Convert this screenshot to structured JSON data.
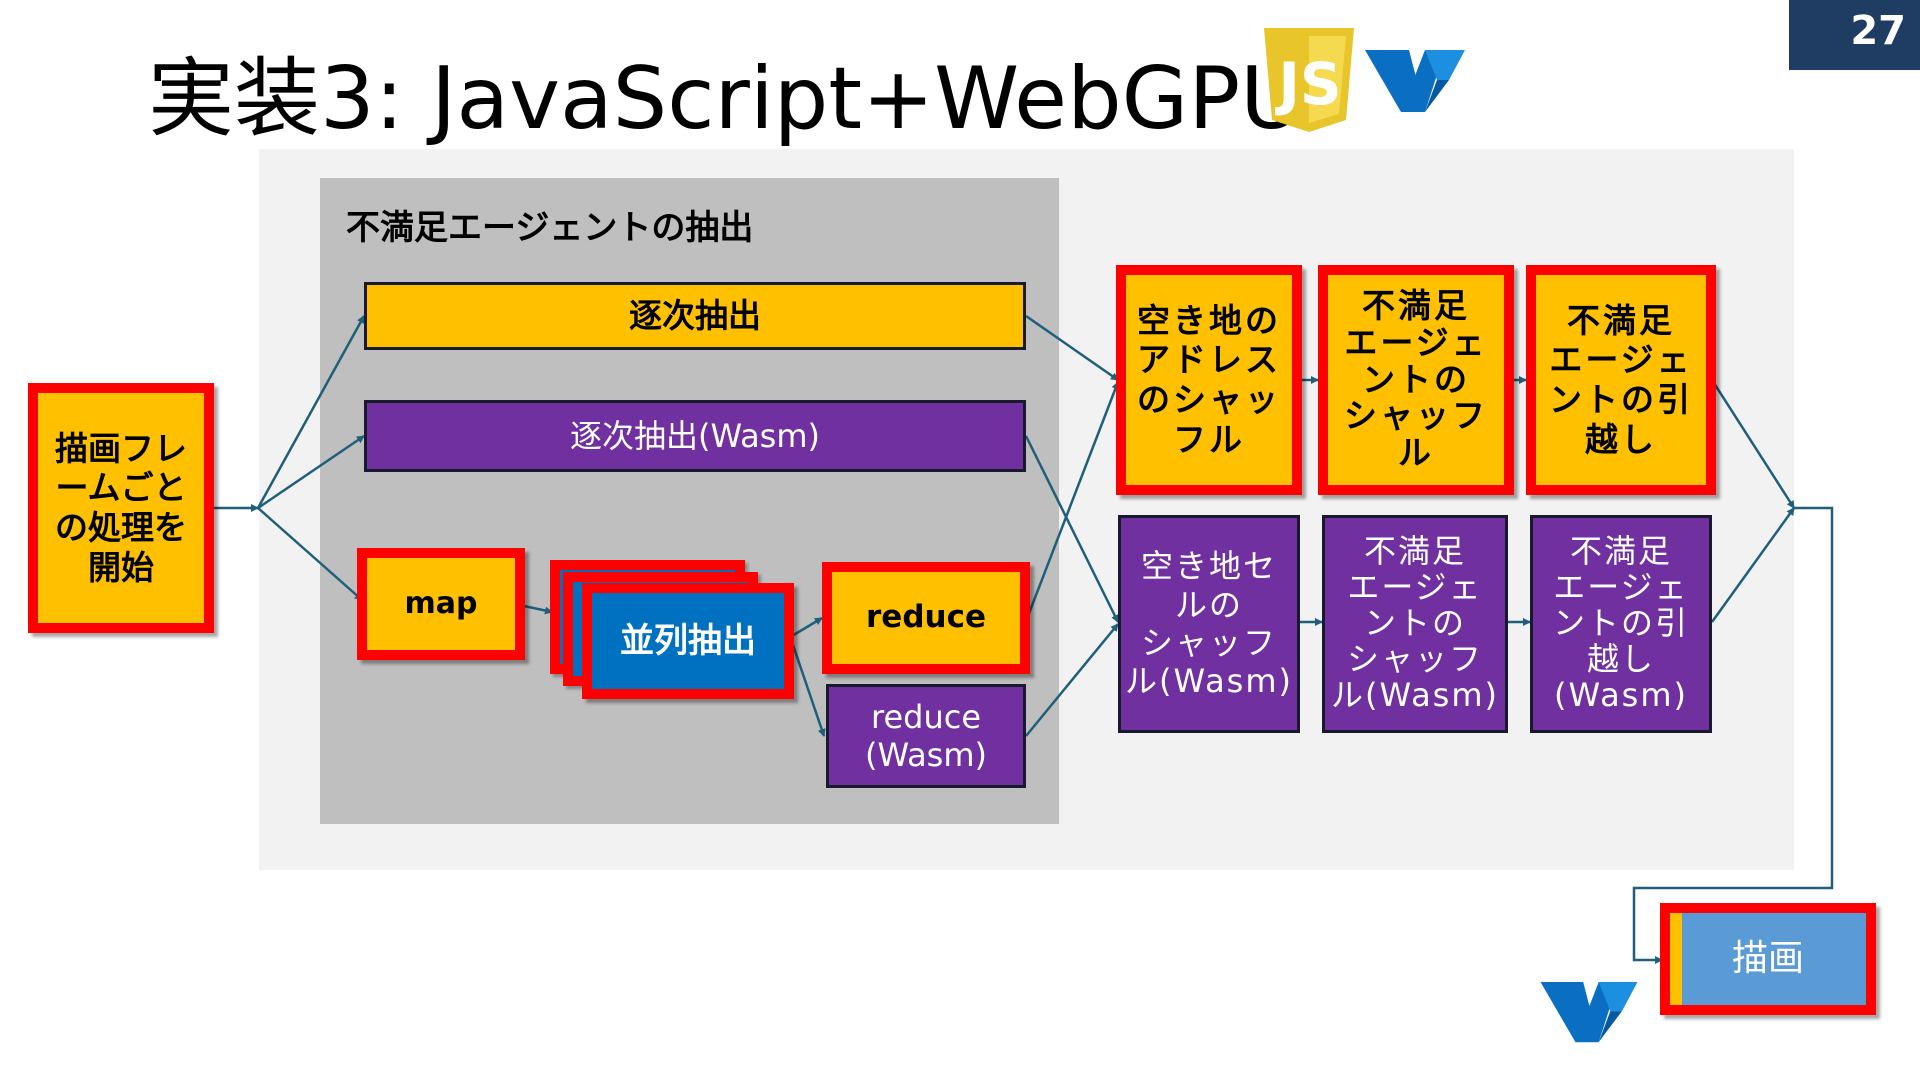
{
  "slide": {
    "page_number": "27",
    "title": "実装3: JavaScript+WebGPU",
    "js_logo_text": "JS",
    "group_label": "不満足エージェントの抽出",
    "start_box": "描画フレームごとの処理を開始",
    "seq_extract": "逐次抽出",
    "seq_extract_wasm": "逐次抽出(Wasm)",
    "map": "map",
    "parallel_extract": "並列抽出",
    "reduce": "reduce",
    "reduce_wasm": "reduce\n(Wasm)",
    "shuffle_vacant": "空き地の\nアドレス\nのシャッ\nフル",
    "shuffle_agents": "不満足\nエージェ\nントの\nシャッフ\nル",
    "move_agents": "不満足\nエージェ\nントの引\n越し",
    "shuffle_vacant_wasm": "空き地セ\nルの\nシャッフ\nル(Wasm)",
    "shuffle_agents_wasm": "不満足\nエージェ\nントの\nシャッフ\nル(Wasm)",
    "move_agents_wasm": "不満足\nエージェ\nントの引\n越し\n(Wasm)",
    "draw": "描画"
  },
  "colors": {
    "accent_yellow": "#ffc000",
    "accent_purple": "#7030a0",
    "accent_blue": "#0070c0",
    "highlight_red": "#ff0000",
    "arrow": "#1f5f7a",
    "page_badge": "#1f3d63",
    "webgpu_logo": "#0a6fc2"
  },
  "icons": [
    "javascript-logo-icon",
    "webgpu-logo-icon"
  ]
}
